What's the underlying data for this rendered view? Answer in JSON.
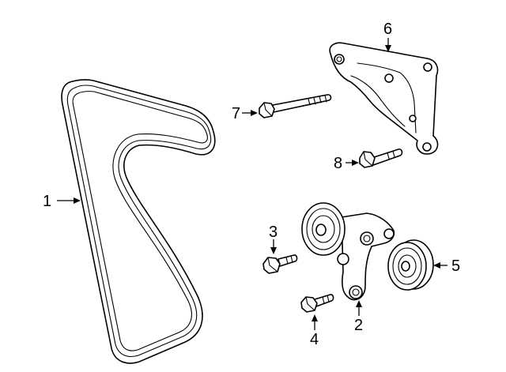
{
  "diagram": {
    "parts": [
      {
        "callout": "1",
        "icon": "serpentine-belt-icon"
      },
      {
        "callout": "2",
        "icon": "belt-tensioner-icon"
      },
      {
        "callout": "3",
        "icon": "bolt-icon"
      },
      {
        "callout": "4",
        "icon": "bolt-icon"
      },
      {
        "callout": "5",
        "icon": "idler-pulley-icon"
      },
      {
        "callout": "6",
        "icon": "mounting-bracket-icon"
      },
      {
        "callout": "7",
        "icon": "long-bolt-icon"
      },
      {
        "callout": "8",
        "icon": "bolt-icon"
      }
    ]
  }
}
